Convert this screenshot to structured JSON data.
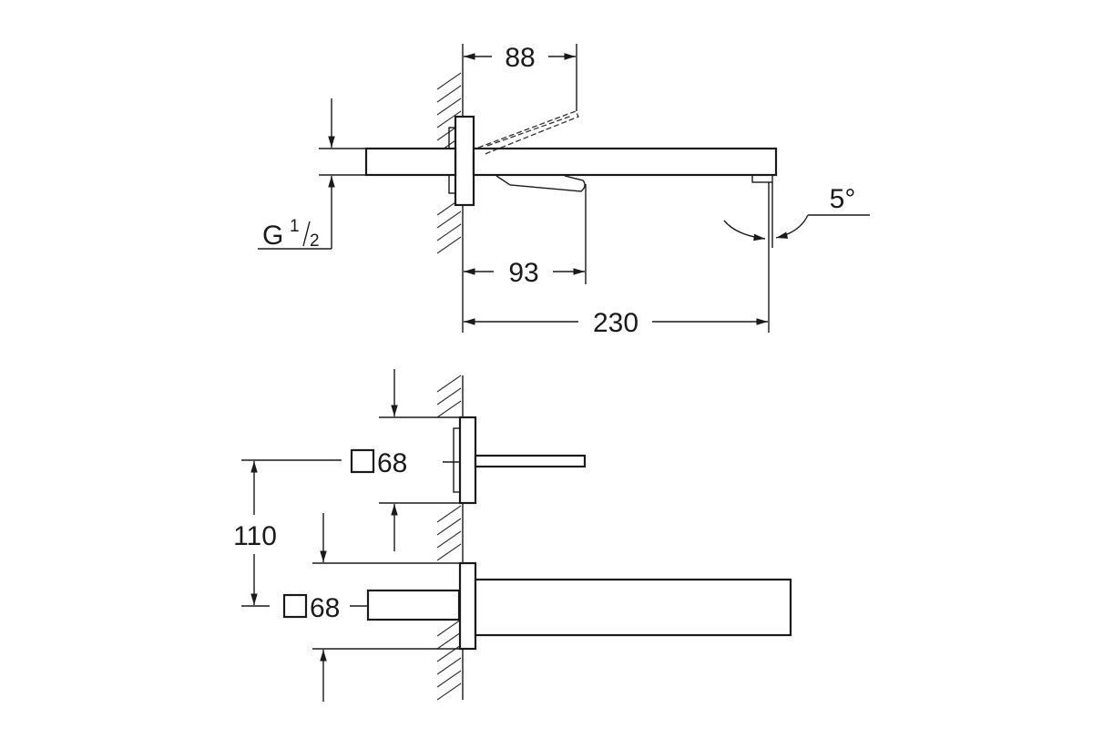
{
  "drawing": {
    "side_view": {
      "dim_lever_projection": "88",
      "dim_lever_length": "93",
      "dim_spout_projection": "230",
      "spray_angle": "5°",
      "thread_label": "G",
      "thread_num": "1",
      "thread_den": "2"
    },
    "top_view": {
      "plate_upper_size": "68",
      "plate_lower_size": "68",
      "center_distance": "110"
    }
  }
}
